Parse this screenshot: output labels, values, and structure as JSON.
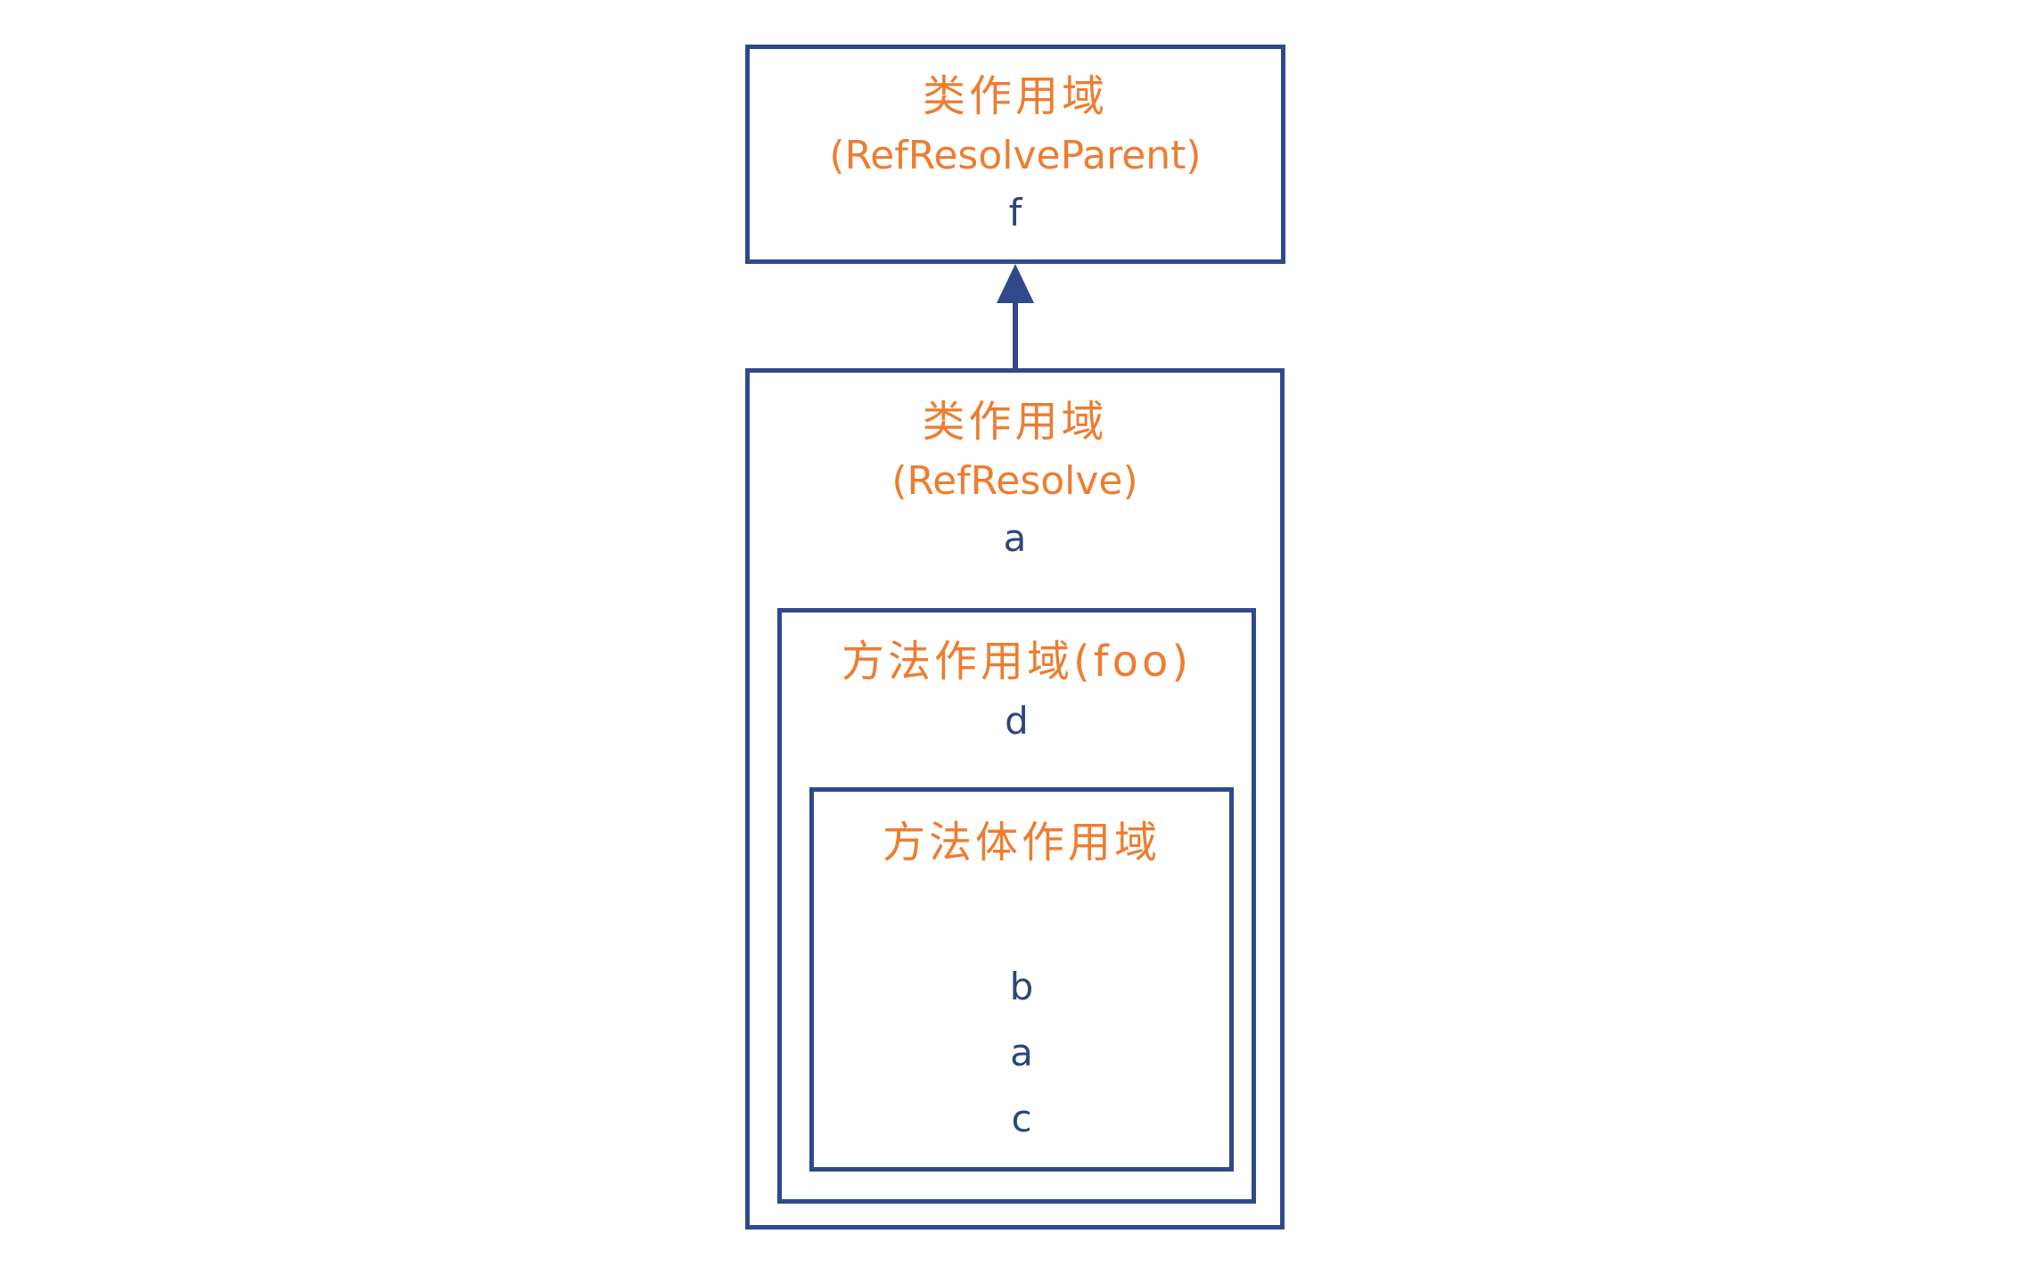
{
  "parent_scope": {
    "title": "类作用域",
    "subtitle": "(RefResolveParent)",
    "vars": [
      "f"
    ]
  },
  "class_scope": {
    "title": "类作用域",
    "subtitle": "(RefResolve)",
    "vars": [
      "a"
    ]
  },
  "method_scope": {
    "title": "方法作用域(foo)",
    "vars": [
      "d"
    ]
  },
  "method_body_scope": {
    "title": "方法体作用域",
    "vars": [
      "b",
      "a",
      "c"
    ]
  },
  "arrow": {
    "direction": "up",
    "from": "class_scope",
    "to": "parent_scope"
  },
  "colors": {
    "accent_orange": "#ED7D31",
    "border_navy": "#30498A",
    "text_navy": "#2E4679",
    "background": "#FFFFFF"
  }
}
